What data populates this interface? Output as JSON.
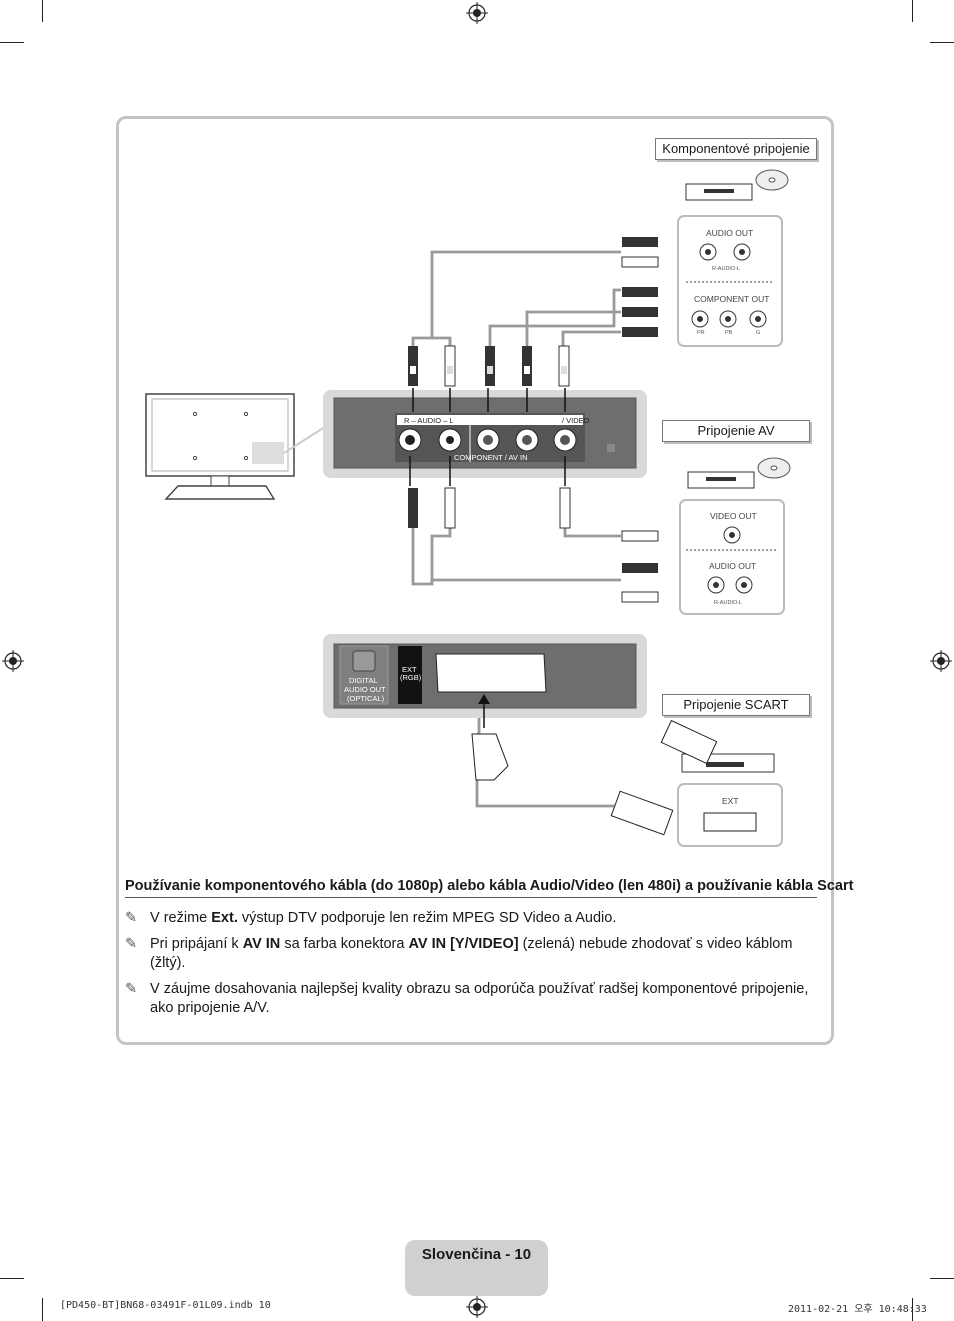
{
  "labels": {
    "component": "Komponentové pripojenie",
    "av": "Pripojenie AV",
    "scart": "Pripojenie SCART"
  },
  "device_component": {
    "audio_out": "AUDIO OUT",
    "audio_sub": "R-AUDIO-L",
    "component_out": "COMPONENT OUT",
    "pr": "PR",
    "pb": "PB",
    "g": "G"
  },
  "device_av": {
    "video_out": "VIDEO OUT",
    "audio_out": "AUDIO OUT",
    "audio_sub": "R-AUDIO-L"
  },
  "device_scart": {
    "ext": "EXT"
  },
  "tv_panel": {
    "audio": "R – AUDIO – L",
    "video": "/ VIDEO",
    "component_av_in": "COMPONENT / AV IN",
    "ext_rgb": "EXT\n(RGB)",
    "ext": "EXT",
    "rgb": "(RGB)",
    "digital_1": "DIGITAL",
    "digital_2": "AUDIO OUT",
    "digital_3": "(OPTICAL)"
  },
  "section_title": "Používanie komponentového kábla (do 1080p) alebo kábla Audio/Video (len 480i) a používanie kábla Scart",
  "notes": [
    {
      "pre": "V režime ",
      "b1": "Ext.",
      "mid": " výstup DTV podporuje len režim MPEG SD Video a Audio.",
      "b2": "",
      "post": "",
      "b3": "",
      "end": ""
    },
    {
      "pre": "Pri pripájaní k ",
      "b1": "AV IN",
      "mid": " sa farba konektora ",
      "b2": "AV IN [Y/VIDEO]",
      "post": " (zelená) nebude zhodovať s video káblom (žltý).",
      "b3": "",
      "end": ""
    },
    {
      "pre": "V záujme dosahovania najlepšej kvality obrazu sa odporúča používať radšej komponentové pripojenie, ako pripojenie A/V.",
      "b1": "",
      "mid": "",
      "b2": "",
      "post": "",
      "b3": "",
      "end": ""
    }
  ],
  "footer": {
    "page_label": "Slovenčina - 10",
    "file_info": "[PD450-BT]BN68-03491F-01L09.indb   10",
    "timestamp": "2011-02-21   오후 10:48:33"
  },
  "colors": {
    "frame": "#c4c4c4",
    "badge": "#d0d0d0",
    "panel": "#6e6e6e",
    "cable": "#9a9a9a"
  }
}
